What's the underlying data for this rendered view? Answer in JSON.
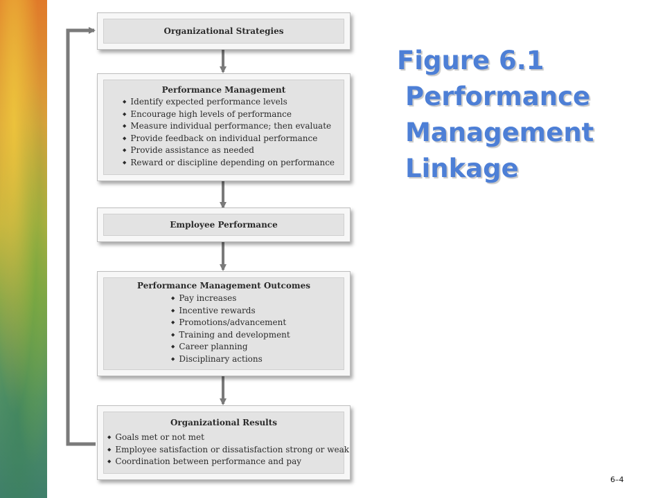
{
  "figure": {
    "title_lines": [
      "Figure 6.1",
      "Performance",
      "Management",
      "Linkage"
    ]
  },
  "boxes": {
    "strategies": {
      "title": "Organizational Strategies"
    },
    "performance_management": {
      "title": "Performance Management",
      "items": [
        "Identify expected performance levels",
        "Encourage high levels of performance",
        "Measure individual performance; then evaluate",
        "Provide feedback on individual performance",
        "Provide assistance as needed",
        "Reward or discipline depending on performance"
      ]
    },
    "employee_performance": {
      "title": "Employee Performance"
    },
    "outcomes": {
      "title": "Performance Management Outcomes",
      "items": [
        "Pay increases",
        "Incentive rewards",
        "Promotions/advancement",
        "Training and development",
        "Career planning",
        "Disciplinary actions"
      ]
    },
    "results": {
      "title": "Organizational Results",
      "items": [
        "Goals met or not met",
        "Employee satisfaction or dissatisfaction strong or weak",
        "Coordination between performance and pay"
      ]
    }
  },
  "slide_number": "6–4",
  "colors": {
    "title": "#4d7fd6",
    "arrow": "#7a7a7a"
  }
}
